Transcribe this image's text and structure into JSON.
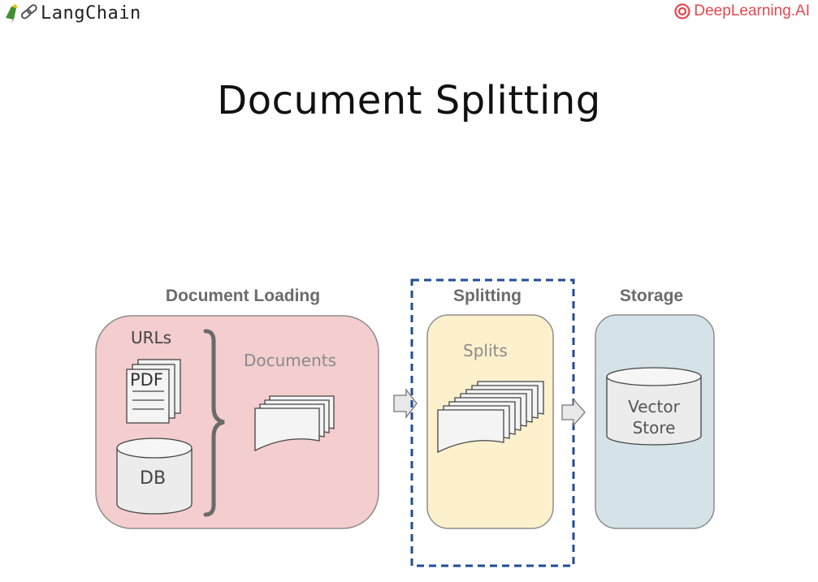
{
  "header": {
    "left_logo_text": "LangChain",
    "right_logo_text": "DeepLearning",
    "right_logo_suffix": ".AI"
  },
  "title": "Document Splitting",
  "sections": {
    "loading": {
      "label": "Document Loading",
      "urls": "URLs",
      "pdf": "PDF",
      "db": "DB",
      "documents": "Documents"
    },
    "splitting": {
      "label": "Splitting",
      "splits": "Splits"
    },
    "storage": {
      "label": "Storage",
      "vector_line1": "Vector",
      "vector_line2": "Store"
    }
  },
  "colors": {
    "loading_fill": "#f4cdcf",
    "splitting_fill": "#fdf1cd",
    "storage_fill": "#d5e3e8",
    "highlight_border": "#1f4e96"
  }
}
